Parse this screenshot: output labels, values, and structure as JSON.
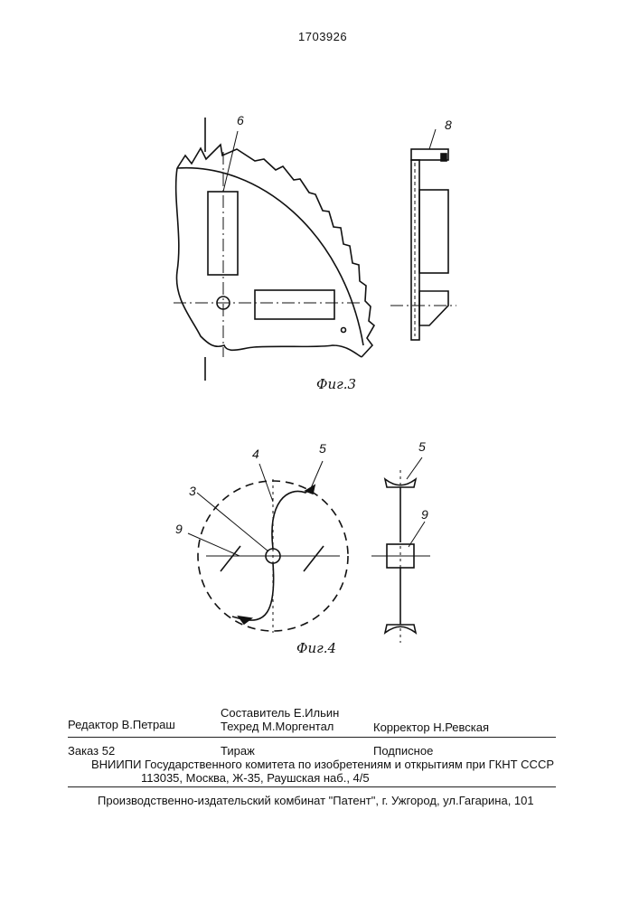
{
  "header": {
    "patent_number": "1703926"
  },
  "figure3": {
    "caption": "Фиг.3",
    "callouts": {
      "left": "6",
      "right": "8"
    }
  },
  "figure4": {
    "caption": "Фиг.4",
    "callouts": {
      "c4": "4",
      "c5": "5",
      "c3": "3",
      "c9": "9",
      "side5": "5",
      "side9": "9"
    }
  },
  "imprint": {
    "editor": "Редактор В.Петраш",
    "compiler": "Составитель Е.Ильин",
    "techred": "Техред М.Моргентал",
    "corrector": "Корректор Н.Ревская",
    "order": "Заказ 52",
    "circulation": "Тираж",
    "subscription": "Подписное",
    "vniipi": "ВНИИПИ Государственного комитета по изобретениям и открытиям при ГКНТ СССР",
    "address": "113035, Москва, Ж-35, Раушская наб., 4/5",
    "publisher": "Производственно-издательский комбинат \"Патент\", г. Ужгород, ул.Гагарина, 101"
  }
}
